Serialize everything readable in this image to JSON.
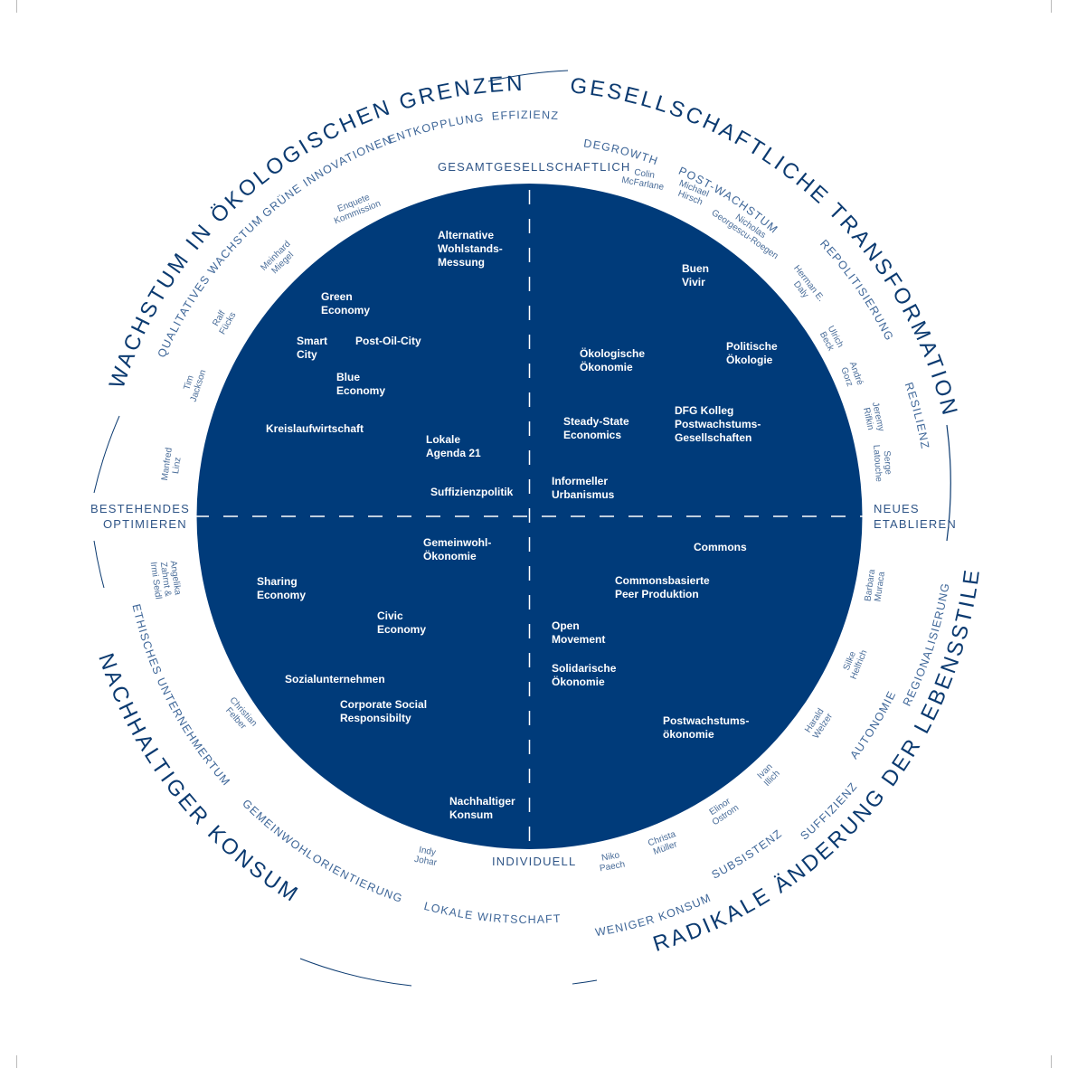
{
  "colors": {
    "disc": "#003b7a",
    "ring_text": "#0b3a70",
    "keyword_text": "#3e6698",
    "person_text": "#4a6d99",
    "axis_text": "#2f5587",
    "label_text": "#ffffff"
  },
  "axes": {
    "top": "GESAMTGESELLSCHAFTLICH",
    "bottom": "INDIVIDUELL",
    "left_line1": "BESTEHENDES",
    "left_line2": "OPTIMIEREN",
    "right_line1": "NEUES",
    "right_line2": "ETABLIEREN"
  },
  "quadrant_labels": {
    "alternative": "Alternative\nWohlstands-\nMessung",
    "green": "Green\nEconomy",
    "smart": "Smart\nCity",
    "postoil": "Post-Oil-City",
    "blue": "Blue\nEconomy",
    "kreislauf": "Kreislaufwirtschaft",
    "agenda": "Lokale\nAgenda 21",
    "suffizienzpolitik": "Suffizienzpolitik",
    "buen": "Buen\nVivir",
    "oekooek": "Ökologische\nÖkonomie",
    "polioeko": "Politische\nÖkologie",
    "steady": "Steady-State\nEconomics",
    "dfg": "DFG Kolleg\nPostwachstums-\nGesellschaften",
    "informell": "Informeller\nUrbanismus",
    "gemeinwohl": "Gemeinwohl-\nÖkonomie",
    "sharing": "Sharing\nEconomy",
    "civic": "Civic\nEconomy",
    "sozial": "Sozialunternehmen",
    "csr": "Corporate Social\nResponsibilty",
    "konsum": "Nachhaltiger\nKonsum",
    "commons": "Commons",
    "peer": "Commonsbasierte\nPeer Produktion",
    "open": "Open\nMovement",
    "solidarisch": "Solidarische\nÖkonomie",
    "postwachstum": "Postwachstums-\nökonomie"
  },
  "ring_titles": {
    "wachstum": "WACHSTUM IN ÖKOLOGISCHEN GRENZEN",
    "transformation": "GESELLSCHAFTLICHE TRANSFORMATION",
    "lebensstile": "RADIKALE ÄNDERUNG DER LEBENSSTILE",
    "konsum": "NACHHALTIGER KONSUM"
  },
  "keywords": {
    "effizienz": "EFFIZIENZ",
    "entkopplung": "ENTKOPPLUNG",
    "gruene": "GRÜNE INNOVATIONEN",
    "qualitatives": "QUALITATIVES WACHSTUM",
    "degrowth": "DEGROWTH",
    "postwachstum": "POST-WACHSTUM",
    "repolitisierung": "REPOLITISIERUNG",
    "resilienz": "RESILIENZ",
    "regionalisierung": "REGIONALISIERUNG",
    "autonomie": "AUTONOMIE",
    "suffizienz": "SUFFIZIENZ",
    "subsistenz": "SUBSISTENZ",
    "weniger": "WENIGER KONSUM",
    "lokale": "LOKALE WIRTSCHAFT",
    "gemeinwohl": "GEMEINWOHLORIENTIERUNG",
    "ethisches": "ETHISCHES UNTERNEHMERTUM"
  },
  "persons": {
    "colin": "Colin\nMcFarlane",
    "michael": "Michael\nHirsch",
    "nicholas": "Nicholas\nGeorgescu-Roegen",
    "herman": "Herman E.\nDaly",
    "ulrich": "Ulrich\nBeck",
    "andre": "André\nGorz",
    "jeremy": "Jeremy\nRifkin",
    "serge": "Serge\nLatouche",
    "barbara": "Barbara\nMuraca",
    "silke": "Silke\nHelfrich",
    "harald": "Harald\nWelzer",
    "ivan": "Ivan\nIllich",
    "elinor": "Elinor\nOstrom",
    "christa": "Christa\nMüller",
    "niko": "Niko\nPaech",
    "indy": "Indy\nJohar",
    "christian": "Christian\nFelber",
    "angelika": "Angelika\nZahrnt &\nIrmi Seidl",
    "manfred": "Manfred\nLinz",
    "tim": "Tim\nJackson",
    "ralf": "Ralf\nFücks",
    "meinhard": "Meinhard\nMiegel",
    "enquete": "Enquete\nKommission"
  }
}
